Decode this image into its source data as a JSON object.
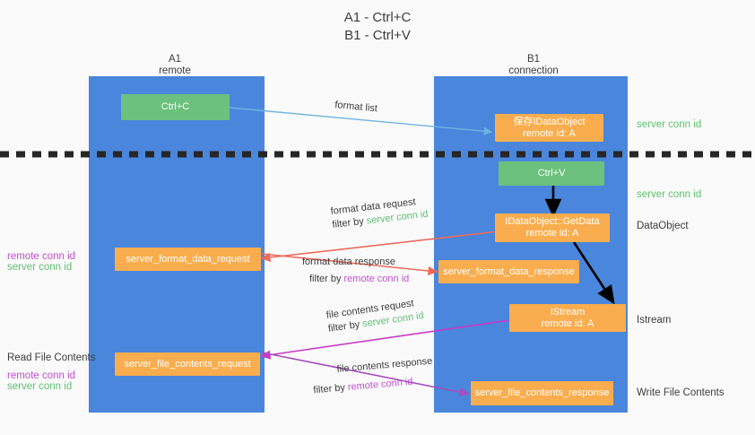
{
  "title": {
    "line1": "A1 - Ctrl+C",
    "line2": "B1 - Ctrl+V"
  },
  "colors": {
    "lane": "#4a86dc",
    "green_box": "#6cc17e",
    "orange_box": "#f9ad4e",
    "server_conn_id": "#5fbf72",
    "remote_conn_id": "#c24fd0",
    "divider": "#262626",
    "arrow_blue": "#6fb3e0",
    "arrow_red": "#ef6a5a",
    "arrow_magenta": "#cc39c7",
    "arrow_purple": "#a64ec0",
    "arrow_black": "#000000",
    "background": "#fafafa"
  },
  "columns": [
    {
      "name": "A1",
      "sub": "remote"
    },
    {
      "name": "B1",
      "sub": "connection"
    }
  ],
  "boxes": [
    {
      "id": "ctrl-c",
      "style": "green",
      "line1": "Ctrl+C",
      "line2": ""
    },
    {
      "id": "save-idataobject",
      "style": "orange",
      "line1": "保存IDataObject",
      "line2": "remote id: A"
    },
    {
      "id": "ctrl-v",
      "style": "green",
      "line1": "Ctrl+V",
      "line2": ""
    },
    {
      "id": "idataobject-getdata",
      "style": "orange",
      "line1": "IDataObject::GetData",
      "line2": "remote id: A"
    },
    {
      "id": "server-format-data-request",
      "style": "orange",
      "line1": "server_format_data_request",
      "line2": ""
    },
    {
      "id": "server-format-data-response",
      "style": "orange",
      "line1": "server_format_data_response",
      "line2": ""
    },
    {
      "id": "istream",
      "style": "orange",
      "line1": "IStream",
      "line2": "remote id: A"
    },
    {
      "id": "server-file-contents-request",
      "style": "orange",
      "line1": "server_file_contents_request",
      "line2": ""
    },
    {
      "id": "server-file-contents-response",
      "style": "orange",
      "line1": "server_file_contents_response",
      "line2": ""
    }
  ],
  "right_labels": [
    {
      "id": "server-conn-id-top",
      "text": "server conn id",
      "color": "server"
    },
    {
      "id": "server-conn-id-second",
      "text": "server conn id",
      "color": "server"
    },
    {
      "id": "dataobject",
      "text": "DataObject",
      "color": "gray"
    },
    {
      "id": "istream-label",
      "text": "Istream",
      "color": "gray"
    },
    {
      "id": "write-file-contents",
      "text": "Write File Contents",
      "color": "gray"
    }
  ],
  "left_labels": [
    {
      "id": "remote-conn-id-upper",
      "text": "remote conn id",
      "color": "remote"
    },
    {
      "id": "server-conn-id-upper",
      "text": "server conn id",
      "color": "server"
    },
    {
      "id": "read-file-contents",
      "text": "Read File Contents",
      "color": "gray"
    },
    {
      "id": "remote-conn-id-lower",
      "text": "remote conn id",
      "color": "remote"
    },
    {
      "id": "server-conn-id-lower",
      "text": "server conn id",
      "color": "server"
    }
  ],
  "edges": [
    {
      "id": "format-list",
      "label": "format list",
      "filter_prefix": "",
      "filter_target": "",
      "filter_color": ""
    },
    {
      "id": "format-data-request",
      "label": "format data request",
      "filter_prefix": "filter by ",
      "filter_target": "server conn id",
      "filter_color": "server"
    },
    {
      "id": "format-data-response",
      "label": "format data response",
      "filter_prefix": "filter by ",
      "filter_target": "remote conn id",
      "filter_color": "remote"
    },
    {
      "id": "file-contents-request",
      "label": "file contents request",
      "filter_prefix": "filter by ",
      "filter_target": "server conn id",
      "filter_color": "server"
    },
    {
      "id": "file-contents-response",
      "label": "file contents response",
      "filter_prefix": "filter by ",
      "filter_target": "remote conn id",
      "filter_color": "remote"
    }
  ]
}
